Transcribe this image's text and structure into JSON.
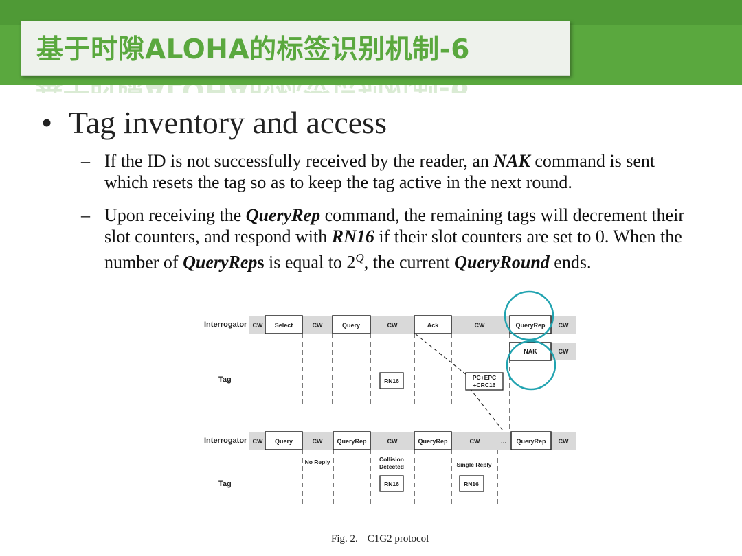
{
  "header": {
    "title": "基于时隙ALOHA的标签识别机制-6"
  },
  "bullet": {
    "main": "Tag inventory and access",
    "item1": {
      "pre": "If the ID is not successfully received by the reader, an ",
      "em": "NAK",
      "post": " command is sent which resets the tag so as to keep the tag active in the next round."
    },
    "item2": {
      "t1": " Upon receiving the ",
      "e1": "QueryRep",
      "t2": " command, the remaining tags will decrement their slot counters, and respond with ",
      "e2": "RN16",
      "t3": " if their slot counters are set to 0. When the number of ",
      "e3": "QueryRep",
      "s3": "s",
      "t4": " is equal to 2",
      "sup": "Q",
      "t5": ", the current ",
      "e4": "QueryRound",
      "t6": " ends."
    }
  },
  "figure": {
    "row1": {
      "label": "Interrogator",
      "cells": [
        "CW",
        "Select",
        "CW",
        "Query",
        "CW",
        "Ack",
        "CW",
        "QueryRep",
        "CW"
      ]
    },
    "nak_row": {
      "cells": [
        "NAK",
        "CW"
      ]
    },
    "tag1": {
      "label": "Tag",
      "rn16": "RN16",
      "pc_line1": "PC+EPC",
      "pc_line2": "+CRC16"
    },
    "row2": {
      "label": "Interrogator",
      "cells": [
        "CW",
        "Query",
        "CW",
        "QueryRep",
        "CW",
        "QueryRep",
        "CW",
        "QueryRep",
        "CW"
      ],
      "ellipsis": "..."
    },
    "tag2": {
      "label": "Tag",
      "no_reply": "No Reply",
      "collision_line1": "Collision",
      "collision_line2": "Detected",
      "single_reply": "Single Reply",
      "rn16_a": "RN16",
      "rn16_b": "RN16"
    },
    "caption_fig": "Fig. 2.",
    "caption_text": "C1G2 protocol",
    "highlight_color": "#21a3b0"
  }
}
